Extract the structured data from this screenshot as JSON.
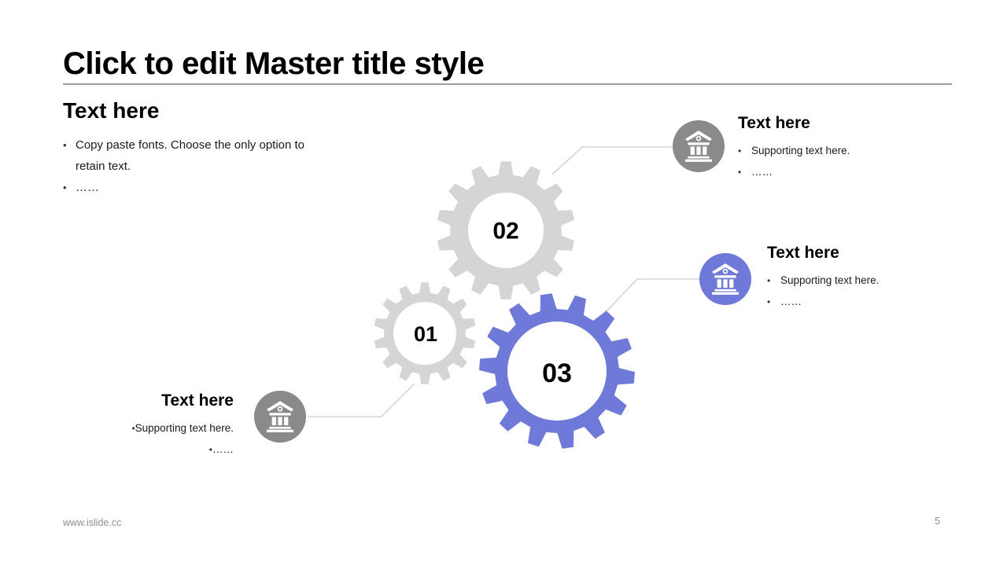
{
  "slide": {
    "title": "Click to edit Master title style",
    "left_block": {
      "heading": "Text here",
      "bullets": [
        "Copy paste fonts. Choose the only option to retain text.",
        "……"
      ]
    },
    "gears": [
      {
        "label": "01",
        "color": "#d5d5d7"
      },
      {
        "label": "02",
        "color": "#d5d5d7"
      },
      {
        "label": "03",
        "color": "#6f79d8"
      }
    ],
    "callouts": [
      {
        "heading": "Text here",
        "bullets": [
          "Supporting text here.",
          "……"
        ],
        "icon": "bank-icon",
        "circle_color": "#8a8a8a"
      },
      {
        "heading": "Text here",
        "bullets": [
          "Supporting text here.",
          "……"
        ],
        "icon": "bank-icon",
        "circle_color": "#6f79d8"
      },
      {
        "heading": "Text here",
        "bullets": [
          "Supporting text here.",
          "……"
        ],
        "icon": "bank-icon",
        "circle_color": "#8a8a8a"
      }
    ],
    "footer": {
      "site": "www.islide.cc",
      "page_number": "5"
    },
    "colors": {
      "accent_purple": "#6f79d8",
      "gear_gray": "#d5d5d7",
      "icon_circle_gray": "#8a8a8a",
      "connector_line": "#cccccc"
    }
  }
}
